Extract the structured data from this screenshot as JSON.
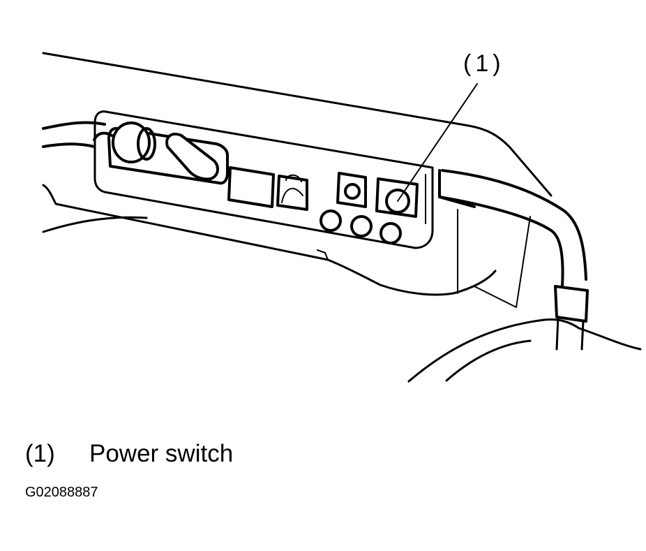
{
  "callout": {
    "marker": "(1)"
  },
  "legend": [
    {
      "number": "(1)",
      "label": "Power switch"
    }
  ],
  "figure_id": "G02088887"
}
